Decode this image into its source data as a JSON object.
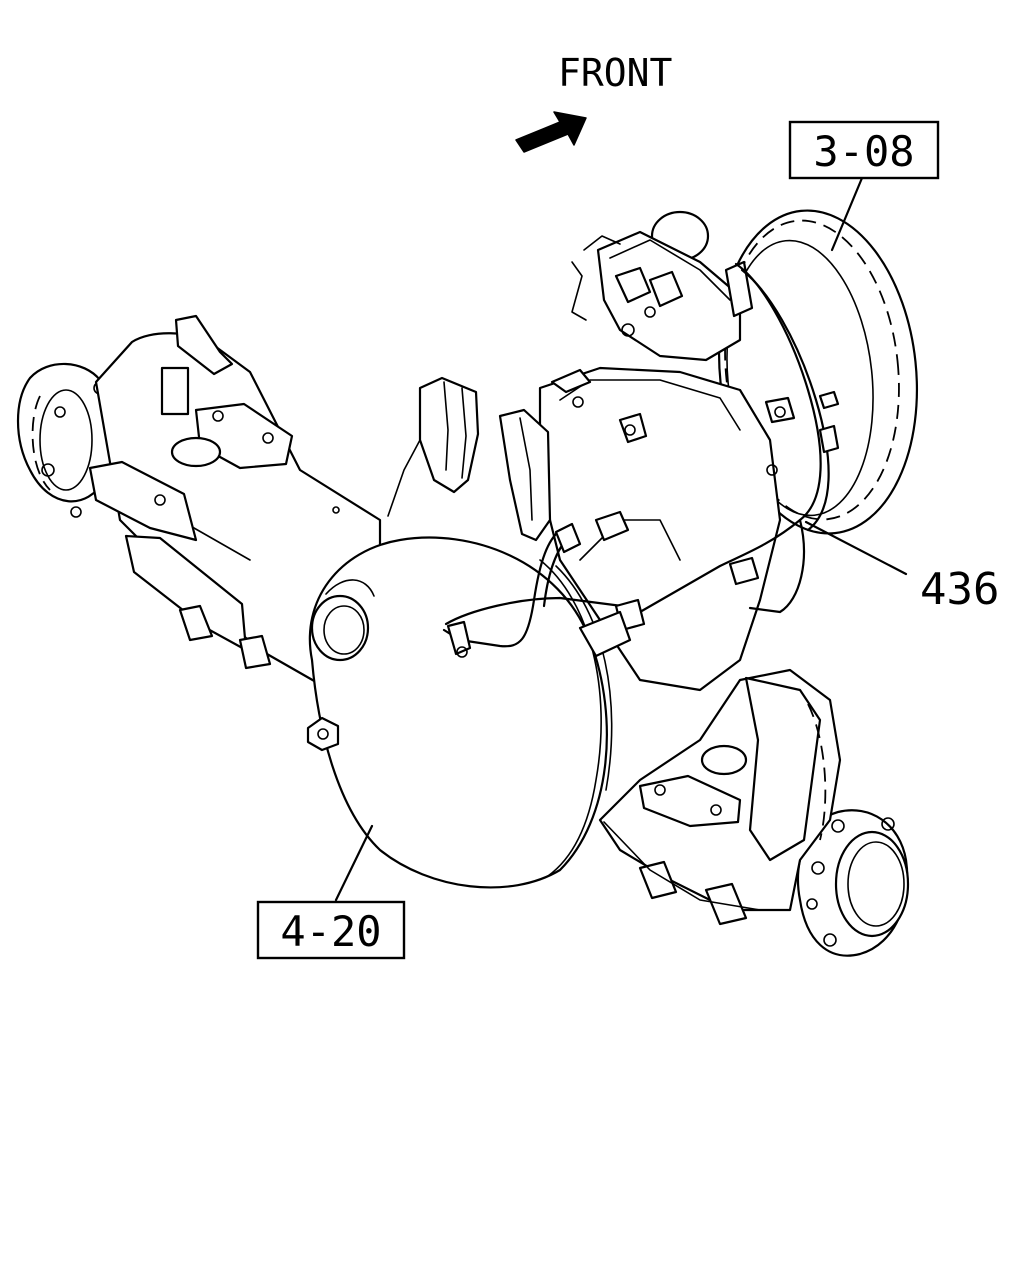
{
  "direction": {
    "text": "FRONT",
    "icon": "arrow-right-icon"
  },
  "callouts": [
    {
      "id": "ref-3-08",
      "text": "3-08",
      "boxed": true
    },
    {
      "id": "ref-4-20",
      "text": "4-20",
      "boxed": true
    },
    {
      "id": "part-436",
      "text": "436",
      "boxed": false
    }
  ],
  "colors": {
    "line": "#000000",
    "background": "#ffffff"
  }
}
